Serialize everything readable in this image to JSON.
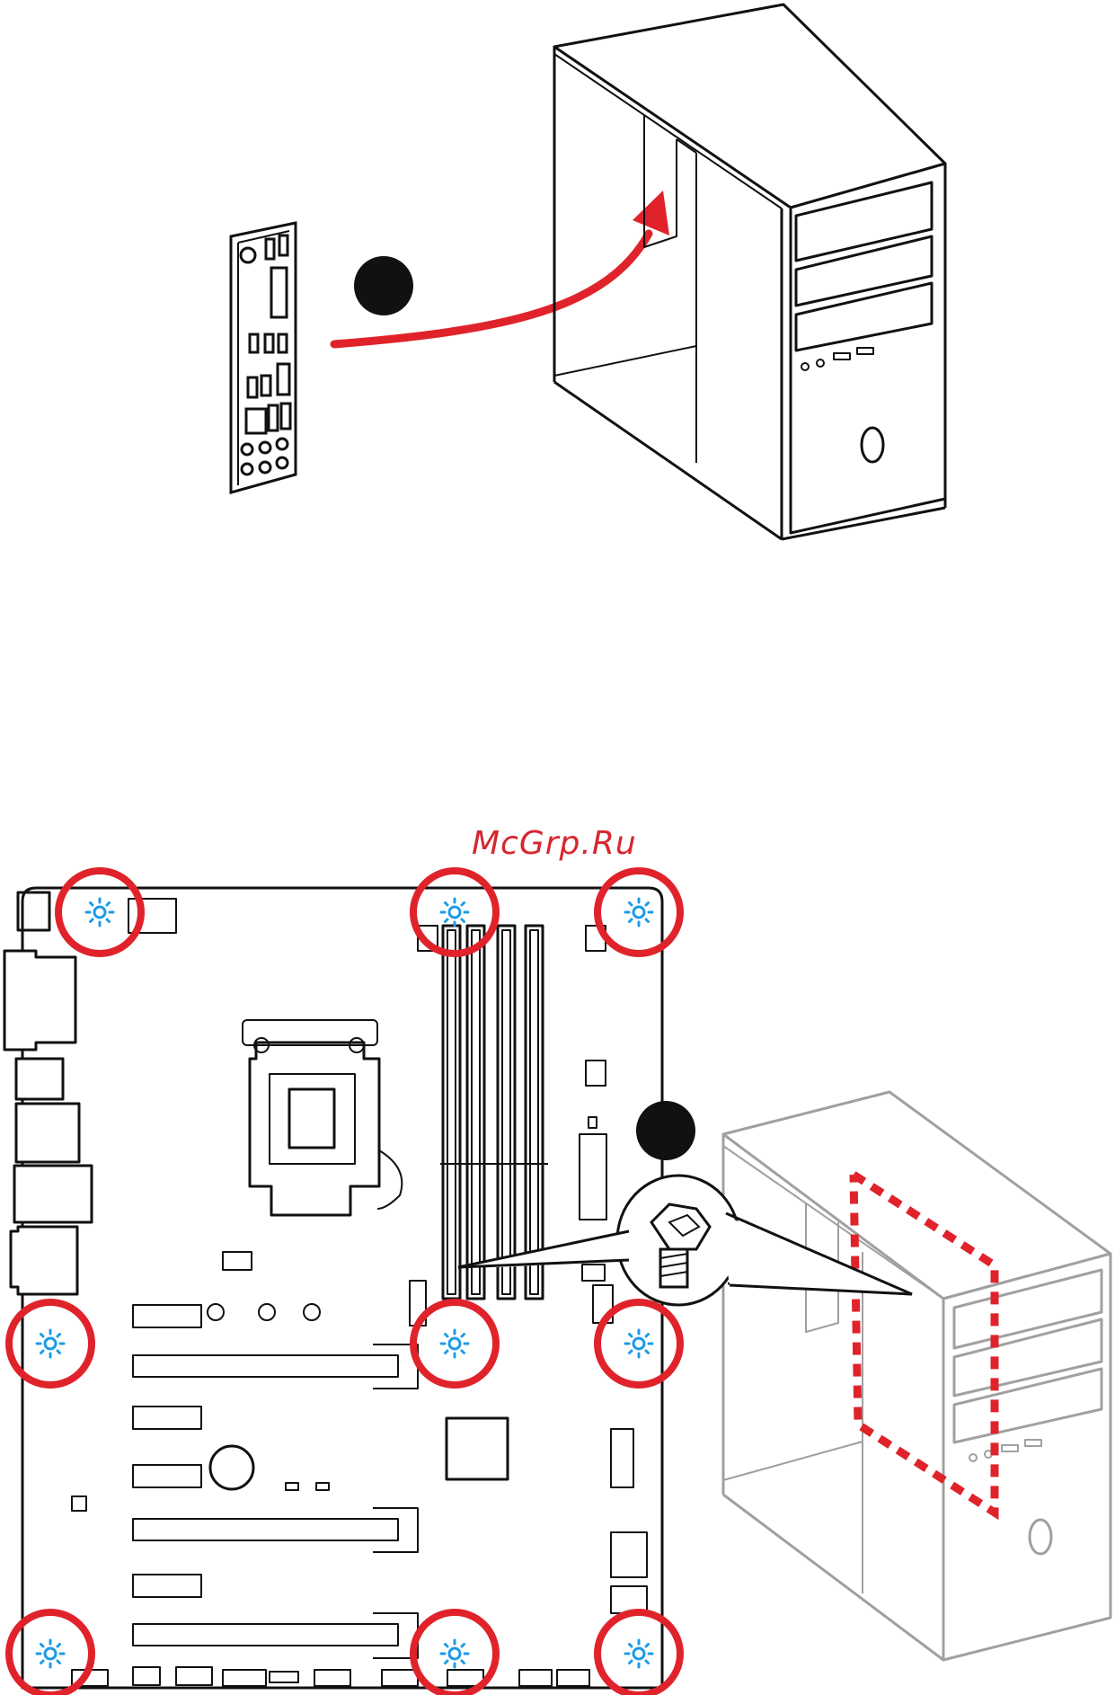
{
  "watermark": {
    "text": "McGrp.Ru",
    "color": "#d7262f"
  },
  "colors": {
    "accent_red": "#e0232b",
    "screw_marker_blue": "#1e9be6",
    "line": "#111111",
    "case_gray": "#9a9a9a"
  },
  "step_markers": [
    {
      "name": "step-1-marker",
      "label": ""
    },
    {
      "name": "step-2-marker",
      "label": ""
    }
  ],
  "panels": [
    {
      "name": "io-shield-install",
      "icons": [
        "io-shield-icon",
        "arrow-icon",
        "pc-case-icon"
      ]
    },
    {
      "name": "motherboard-install",
      "icons": [
        "motherboard-icon",
        "screw-icon",
        "pc-case-icon"
      ]
    }
  ],
  "screw_holes": {
    "count": 9,
    "icon": "screw-hole-icon"
  }
}
